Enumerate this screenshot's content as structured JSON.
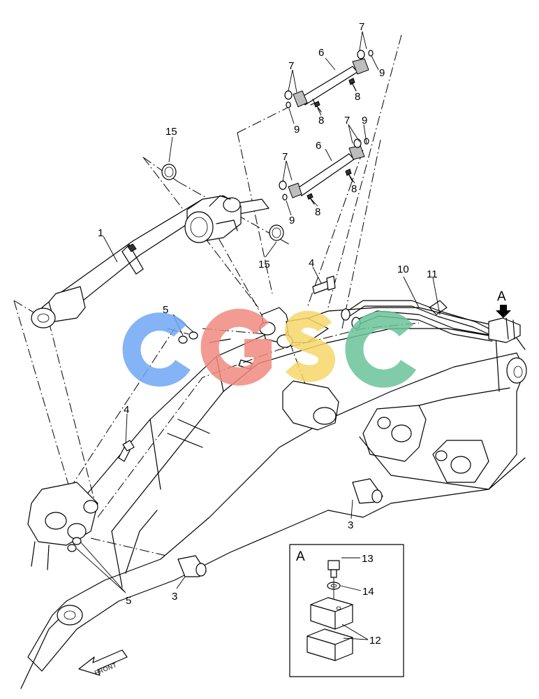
{
  "callouts": {
    "c1": "1",
    "c3a": "3",
    "c3b": "3",
    "c4a": "4",
    "c4b": "4",
    "c5a": "5",
    "c5b": "5",
    "c6a": "6",
    "c6b": "6",
    "c7a": "7",
    "c7b": "7",
    "c7c": "7",
    "c7d": "7",
    "c8a": "8",
    "c8b": "8",
    "c8c": "8",
    "c8d": "8",
    "c9a": "9",
    "c9b": "9",
    "c9c": "9",
    "c9d": "9",
    "c10": "10",
    "c11": "11",
    "c12": "12",
    "c13": "13",
    "c14": "14",
    "c15a": "15",
    "c15b": "15"
  },
  "view_marker": "A",
  "detail": {
    "title": "A"
  },
  "front_label": "FRONT",
  "watermark": {
    "text": "CGSC",
    "colors": [
      "#6fa8f5",
      "#f08a80",
      "#f7d66a",
      "#6cc49a"
    ]
  }
}
